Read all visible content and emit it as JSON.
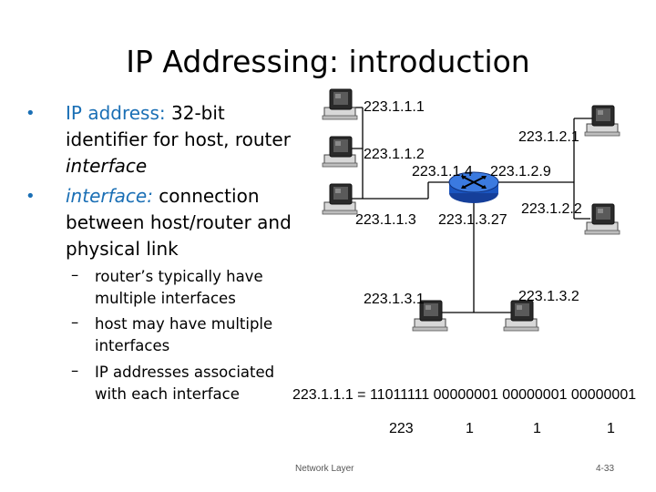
{
  "slide": {
    "title": "IP Addressing: introduction",
    "bullets": [
      {
        "em": "IP address:",
        "rest_lines": [
          " 32-bit",
          "identifier for host, router",
          "interface"
        ]
      },
      {
        "em": "interface:",
        "rest_lines": [
          " connection",
          "between host/router and",
          "physical link"
        ]
      }
    ],
    "sub_bullets": [
      [
        "router’s typically have",
        "multiple interfaces"
      ],
      [
        "host may have multiple",
        "interfaces"
      ],
      [
        "IP addresses associated",
        "with each interface"
      ]
    ],
    "footer_left": "Network Layer",
    "footer_right": "4-33"
  },
  "network": {
    "labels": {
      "h1": "223.1.1.1",
      "h2": "223.1.1.2",
      "h3": "223.1.1.3",
      "r1": "223.1.1.4",
      "r2": "223.1.2.9",
      "r3": "223.1.3.27",
      "h4": "223.1.2.1",
      "h5": "223.1.2.2",
      "h6": "223.1.3.1",
      "h7": "223.1.3.2"
    },
    "binary": {
      "equation": "223.1.1.1 = 11011111 00000001 00000001 00000001",
      "octets": [
        "223",
        "1",
        "1",
        "1"
      ]
    }
  },
  "colors": {
    "accent": "#1a6fb5",
    "router": "#1a55c0"
  },
  "icons": [
    "host-computer-icon",
    "router-icon"
  ]
}
